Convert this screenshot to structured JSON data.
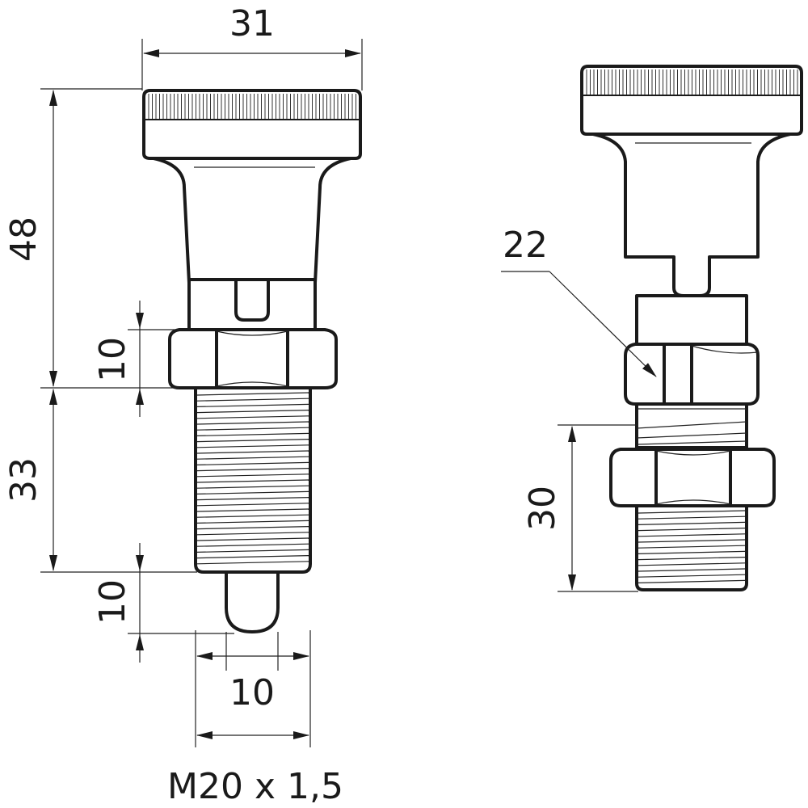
{
  "dimensions": {
    "head_diameter": "31",
    "upper_height": "48",
    "hex_height_left": "10",
    "thread_length": "33",
    "pin_length": "10",
    "pin_diameter": "10",
    "hex_size": "22",
    "thread_length_right": "30"
  },
  "thread_spec": "M20 x 1,5",
  "colors": {
    "line": "#1a1a1a",
    "background": "#ffffff"
  }
}
